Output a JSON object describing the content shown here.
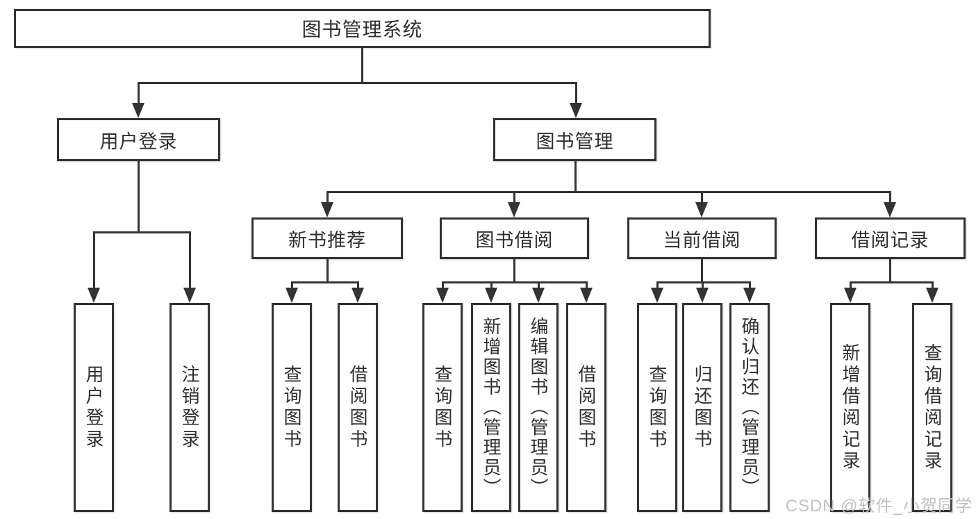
{
  "diagram": {
    "type": "hierarchy",
    "tree": {
      "root": {
        "label": "图书管理系统"
      },
      "branches": [
        {
          "label": "用户登录",
          "children": [
            {
              "label": "用户登录"
            },
            {
              "label": "注销登录"
            }
          ]
        },
        {
          "label": "图书管理",
          "children": [
            {
              "label": "新书推荐",
              "children": [
                {
                  "label": "查询图书"
                },
                {
                  "label": "借阅图书"
                }
              ]
            },
            {
              "label": "图书借阅",
              "children": [
                {
                  "label": "查询图书"
                },
                {
                  "label": "新增图书（管理员）"
                },
                {
                  "label": "编辑图书（管理员）"
                },
                {
                  "label": "借阅图书"
                }
              ]
            },
            {
              "label": "当前借阅",
              "children": [
                {
                  "label": "查询图书"
                },
                {
                  "label": "归还图书"
                },
                {
                  "label": "确认归还（管理员）"
                }
              ]
            },
            {
              "label": "借阅记录",
              "children": [
                {
                  "label": "新增借阅记录"
                },
                {
                  "label": "查询借阅记录"
                }
              ]
            }
          ]
        }
      ]
    },
    "colors": {
      "line": "#333333",
      "text": "#2f2f2f",
      "background": "#ffffff",
      "watermark": "#c2c2c2"
    },
    "watermark": {
      "text": "CSDN @软件_小贺同学"
    }
  }
}
